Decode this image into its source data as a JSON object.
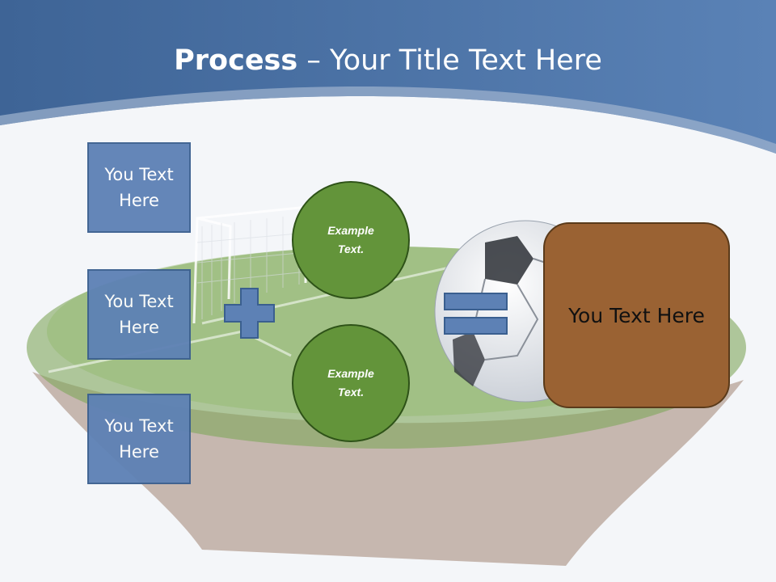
{
  "slide": {
    "title_bold": "Process",
    "title_rest": " – Your Title Text Here",
    "left_boxes": [
      "You Text Here",
      "You Text Here",
      "You Text Here"
    ],
    "circles": [
      "Example Text.",
      "Example Text."
    ],
    "result_text": "You Text Here"
  },
  "colors": {
    "header_blue": "#4a6fa2",
    "box_blue": "#5d81b5",
    "circle_green": "#63943a",
    "result_brown": "#9a6233"
  }
}
